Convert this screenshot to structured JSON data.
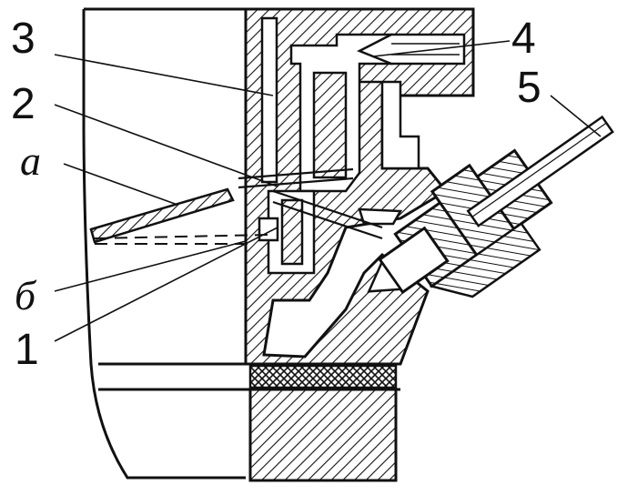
{
  "diagram": {
    "callouts": {
      "c1": "1",
      "c2": "2",
      "c3": "3",
      "c4": "4",
      "c5": "5",
      "ca": "a",
      "cb": "б"
    },
    "colors": {
      "ink": "#111111",
      "background": "#ffffff"
    }
  }
}
